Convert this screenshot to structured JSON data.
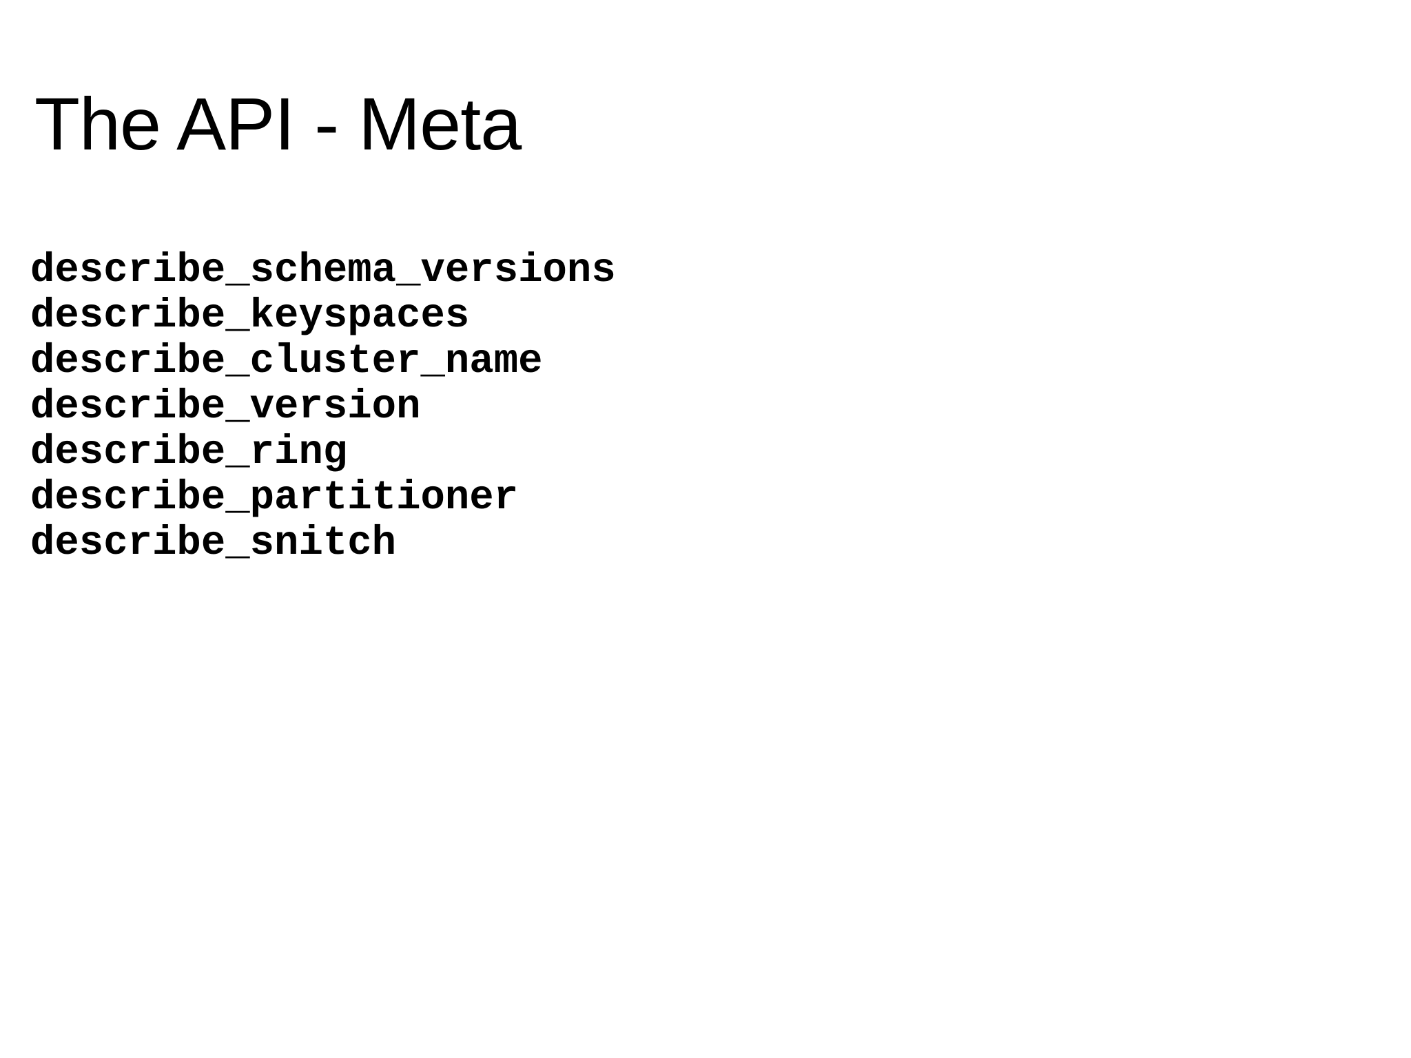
{
  "slide": {
    "background_color": "#ffffff",
    "text_color": "#000000",
    "title": "The API - Meta",
    "api_methods": [
      "describe_schema_versions",
      "describe_keyspaces",
      "describe_cluster_name",
      "describe_version",
      "describe_ring",
      "describe_partitioner",
      "describe_snitch"
    ]
  }
}
